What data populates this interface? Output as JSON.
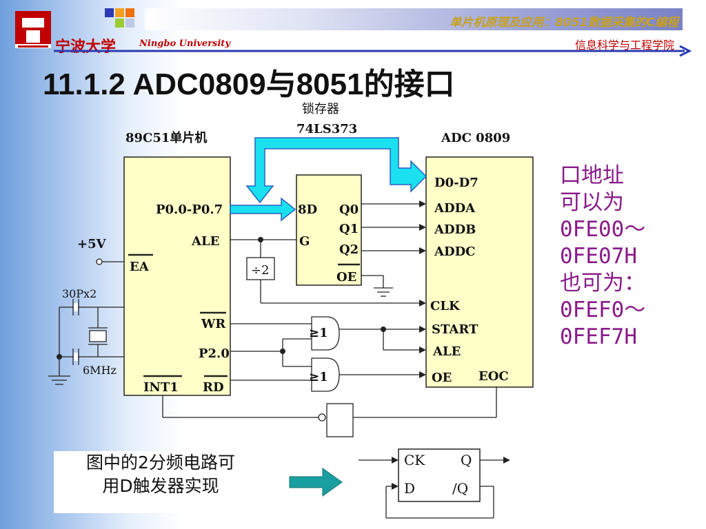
{
  "header": {
    "course_title": "单片机原理及应用：8051数据采集的C编程",
    "school": "信息科学与工程学院",
    "university_cn": "宁波大学",
    "university_en": "Ningbo University"
  },
  "slide": {
    "title": "11.1.2  ADC0809与8051的接口"
  },
  "circuit": {
    "latch_label_1": "锁存器",
    "latch_label_2": "74LS373",
    "mcu_label": "89C51单片机",
    "adc_label": "ADC 0809",
    "mcu_pins": {
      "p0": "P0.0-P0.7",
      "ale": "ALE",
      "ea": "EA",
      "wr": "WR",
      "p20": "P2.0",
      "int1": "INT1",
      "rd": "RD"
    },
    "latch_pins": {
      "d8": "8D",
      "g": "G",
      "q0": "Q0",
      "q1": "Q1",
      "q2": "Q2",
      "oe": "OE"
    },
    "adc_pins": {
      "d0d7": "D0-D7",
      "adda": "ADDA",
      "addb": "ADDB",
      "addc": "ADDC",
      "clk": "CLK",
      "start": "START",
      "ale": "ALE",
      "oe": "OE",
      "eoc": "EOC"
    },
    "vcc": "+5V",
    "caps": "30Px2",
    "crystal": "6MHz",
    "divider": "÷2",
    "gate_1": "≥1",
    "gate_2": "≥1"
  },
  "side_note": {
    "lines": [
      "口地址",
      "可以为",
      "0FE00～",
      "0FE07H",
      "也可为：",
      "0FEF0～",
      "0FEF7H"
    ]
  },
  "bottom_note": {
    "line1": "图中的2分频电路可",
    "line2": "用D触发器实现"
  },
  "dff": {
    "ck": "CK",
    "q": "Q",
    "d": "D",
    "nq": "/Q"
  }
}
